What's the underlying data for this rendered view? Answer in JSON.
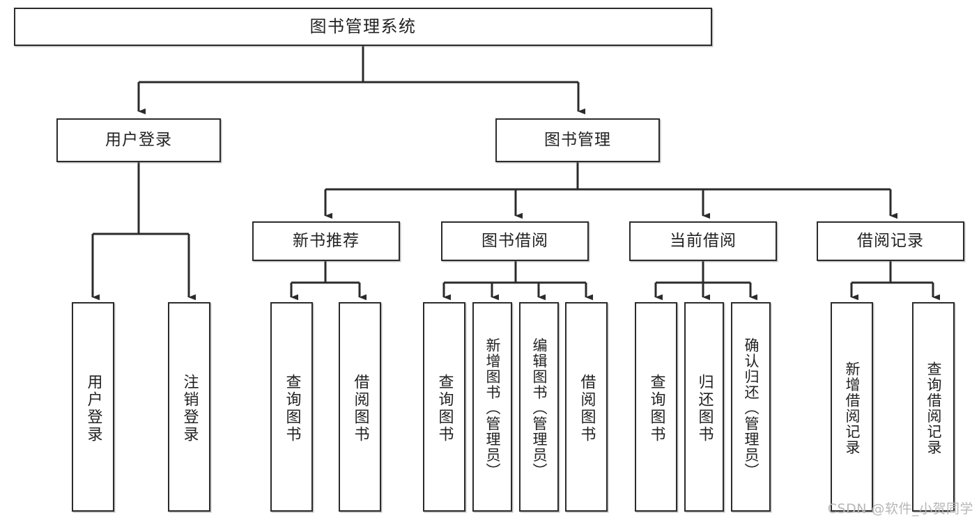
{
  "diagram": {
    "title": "图书管理系统",
    "type": "tree-hierarchy",
    "root": {
      "label": "图书管理系统"
    },
    "level1": [
      {
        "label": "用户登录"
      },
      {
        "label": "图书管理"
      }
    ],
    "level2": [
      {
        "label": "新书推荐"
      },
      {
        "label": "图书借阅"
      },
      {
        "label": "当前借阅"
      },
      {
        "label": "借阅记录"
      }
    ],
    "leaves": {
      "user_login": [
        {
          "label": "用户登录"
        },
        {
          "label": "注销登录"
        }
      ],
      "new_book_recommend": [
        {
          "label": "查询图书"
        },
        {
          "label": "借阅图书"
        }
      ],
      "book_borrow": [
        {
          "label": "查询图书"
        },
        {
          "label": "新增图书（管理员）"
        },
        {
          "label": "编辑图书（管理员）"
        },
        {
          "label": "借阅图书"
        }
      ],
      "current_borrow": [
        {
          "label": "查询图书"
        },
        {
          "label": "归还图书"
        },
        {
          "label": "确认归还（管理员）"
        }
      ],
      "borrow_record": [
        {
          "label": "新增借阅记录"
        },
        {
          "label": "查询借阅记录"
        }
      ]
    }
  },
  "watermark": {
    "text": "CSDN @软件_小贺同学"
  },
  "colors": {
    "stroke": "#2b2b2b",
    "box_fill": "#ffffff",
    "text": "#222222",
    "watermark": "#b7b7b7",
    "background": "#ffffff"
  }
}
